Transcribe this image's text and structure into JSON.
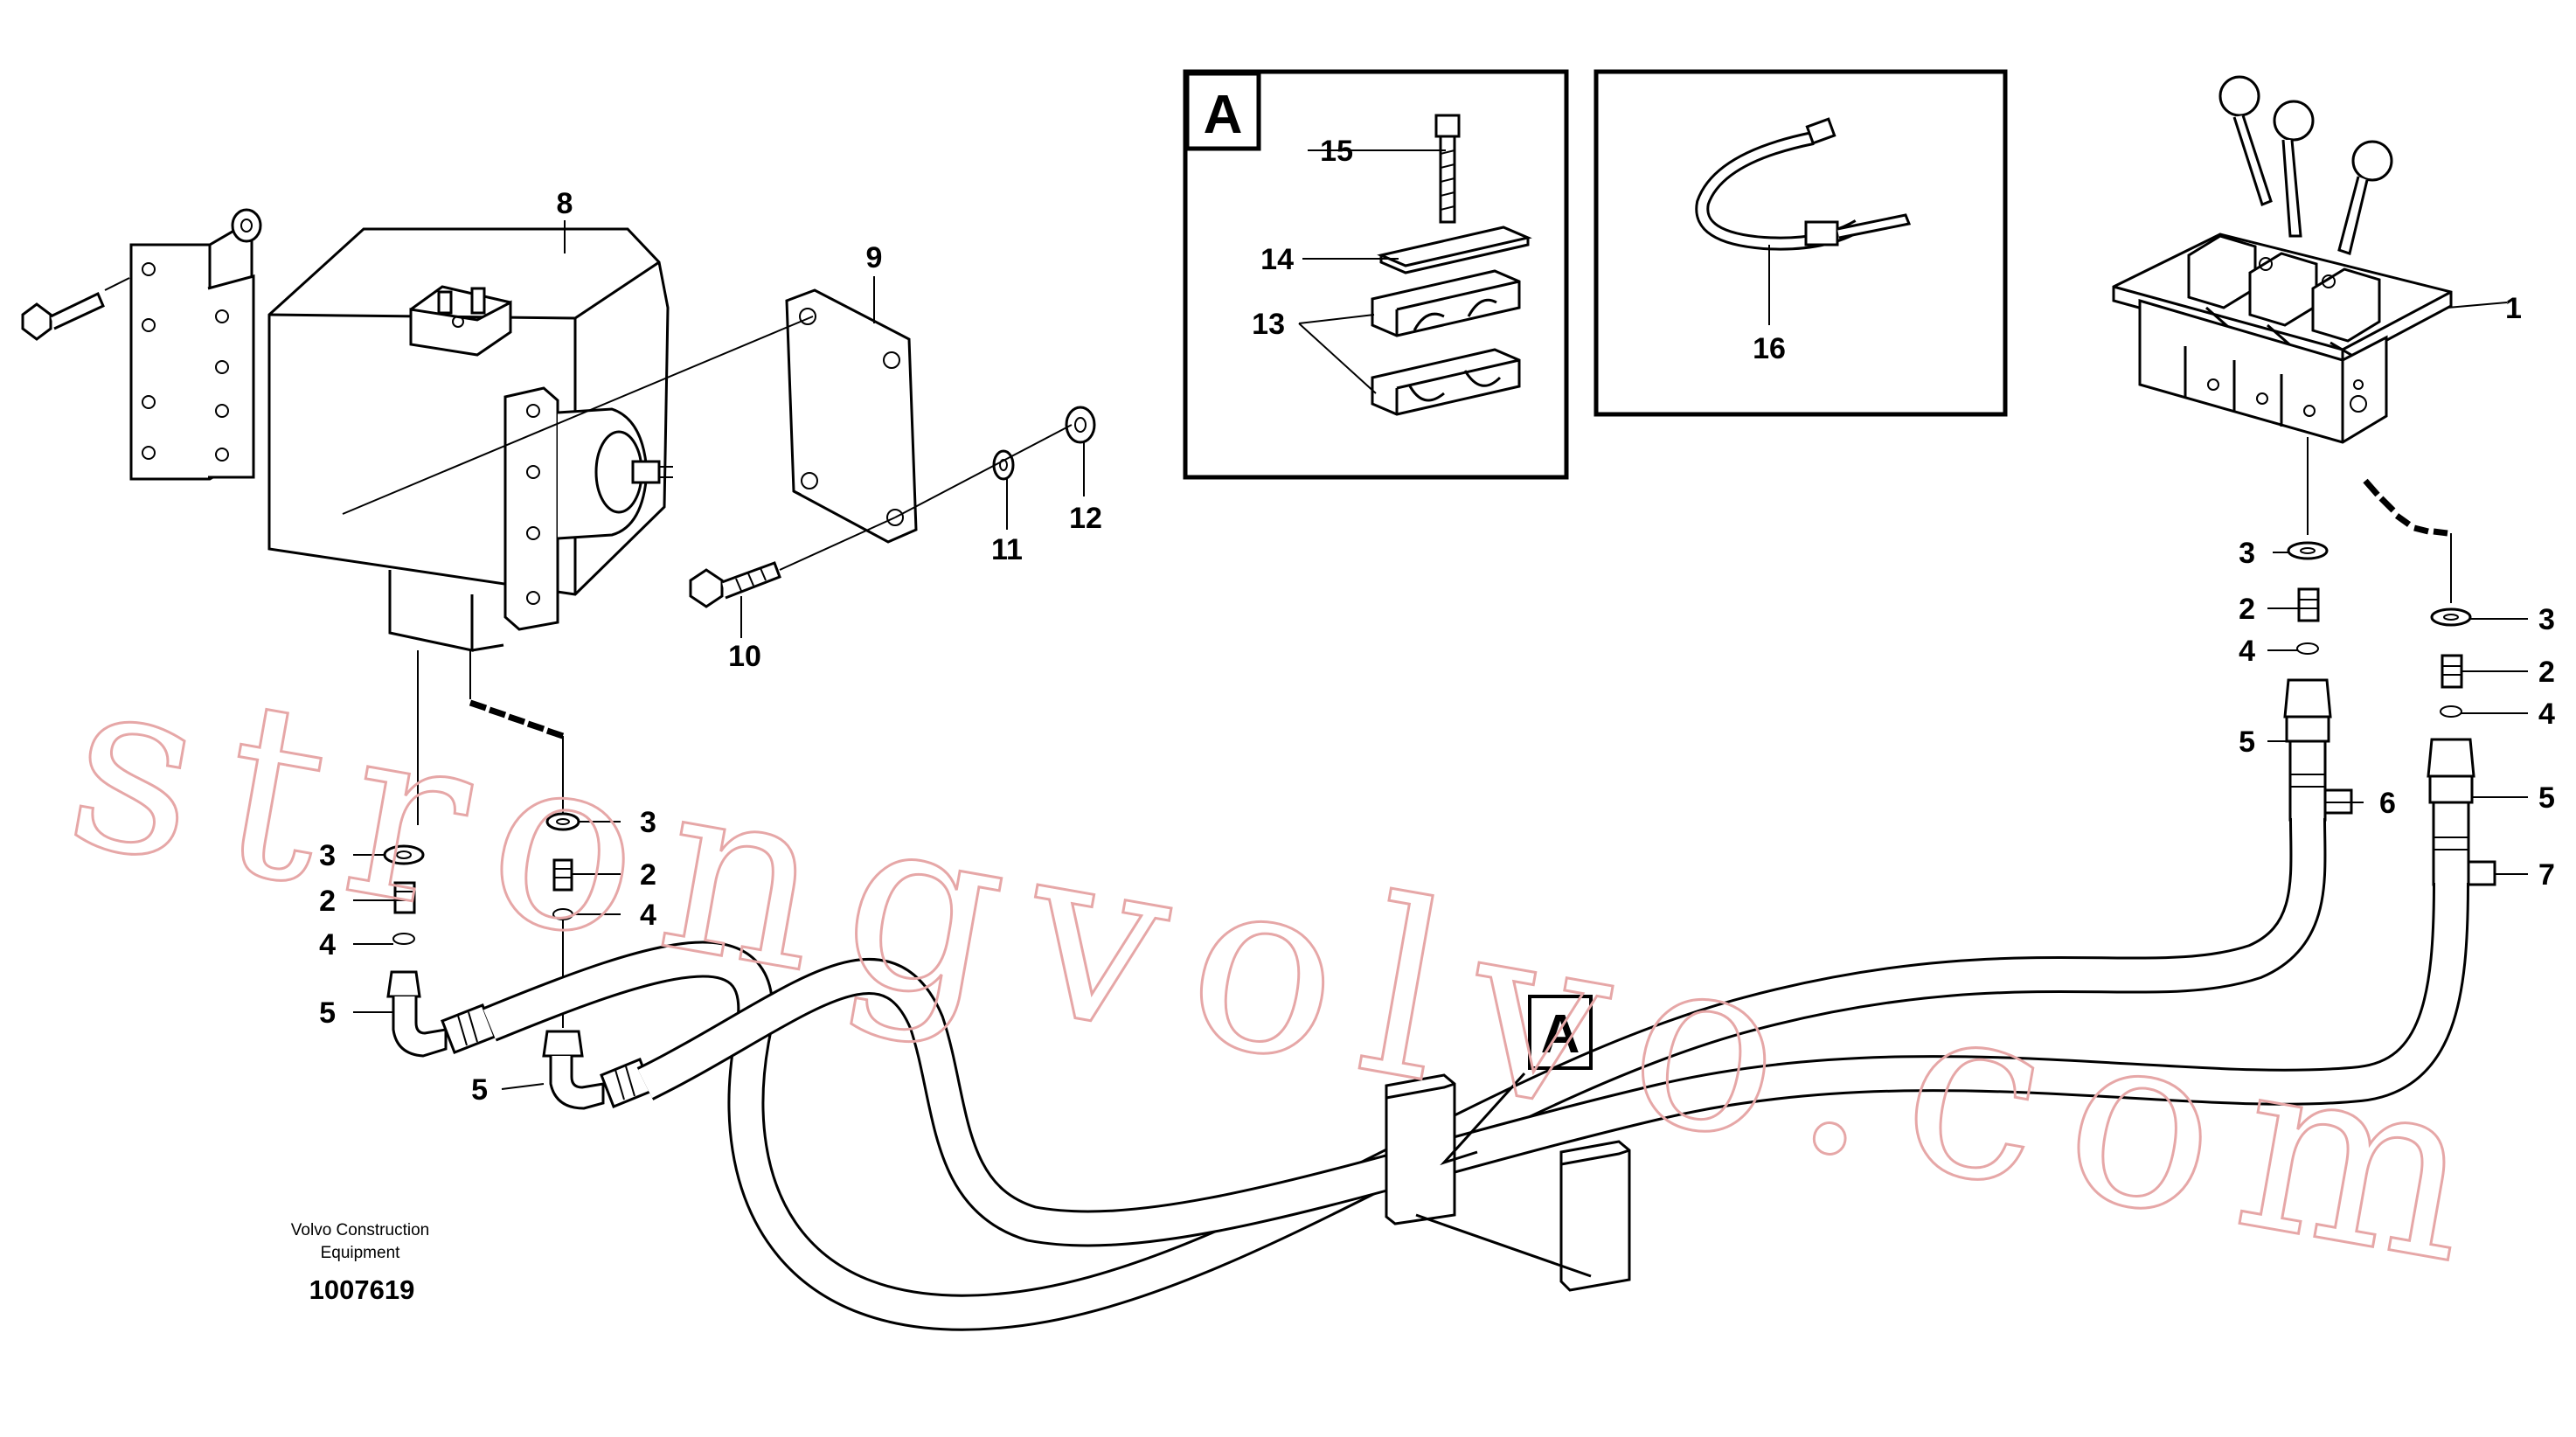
{
  "document": {
    "publisher_caption_line1": "Volvo Construction",
    "publisher_caption_line2": "Equipment",
    "drawing_number": "1007619"
  },
  "watermark": {
    "text": "strongvolvo.com",
    "color": "#e6a7a7"
  },
  "detail_box_a": {
    "label": "A"
  },
  "detail_label_a": "A",
  "callouts": [
    {
      "id": "c1",
      "label": "1"
    },
    {
      "id": "c8",
      "label": "8"
    },
    {
      "id": "c9",
      "label": "9"
    },
    {
      "id": "c10",
      "label": "10"
    },
    {
      "id": "c11",
      "label": "11"
    },
    {
      "id": "c12",
      "label": "12"
    },
    {
      "id": "c13",
      "label": "13"
    },
    {
      "id": "c14",
      "label": "14"
    },
    {
      "id": "c15",
      "label": "15"
    },
    {
      "id": "c16",
      "label": "16"
    },
    {
      "id": "c3a",
      "label": "3"
    },
    {
      "id": "c2a",
      "label": "2"
    },
    {
      "id": "c4a",
      "label": "4"
    },
    {
      "id": "c5a",
      "label": "5"
    },
    {
      "id": "c3b",
      "label": "3"
    },
    {
      "id": "c2b",
      "label": "2"
    },
    {
      "id": "c4b",
      "label": "4"
    },
    {
      "id": "c5b",
      "label": "5"
    },
    {
      "id": "c3c",
      "label": "3"
    },
    {
      "id": "c2c",
      "label": "2"
    },
    {
      "id": "c4c",
      "label": "4"
    },
    {
      "id": "c5c",
      "label": "5"
    },
    {
      "id": "c6",
      "label": "6"
    },
    {
      "id": "c3d",
      "label": "3"
    },
    {
      "id": "c2d",
      "label": "2"
    },
    {
      "id": "c4d",
      "label": "4"
    },
    {
      "id": "c5d",
      "label": "5"
    },
    {
      "id": "c7",
      "label": "7"
    }
  ]
}
